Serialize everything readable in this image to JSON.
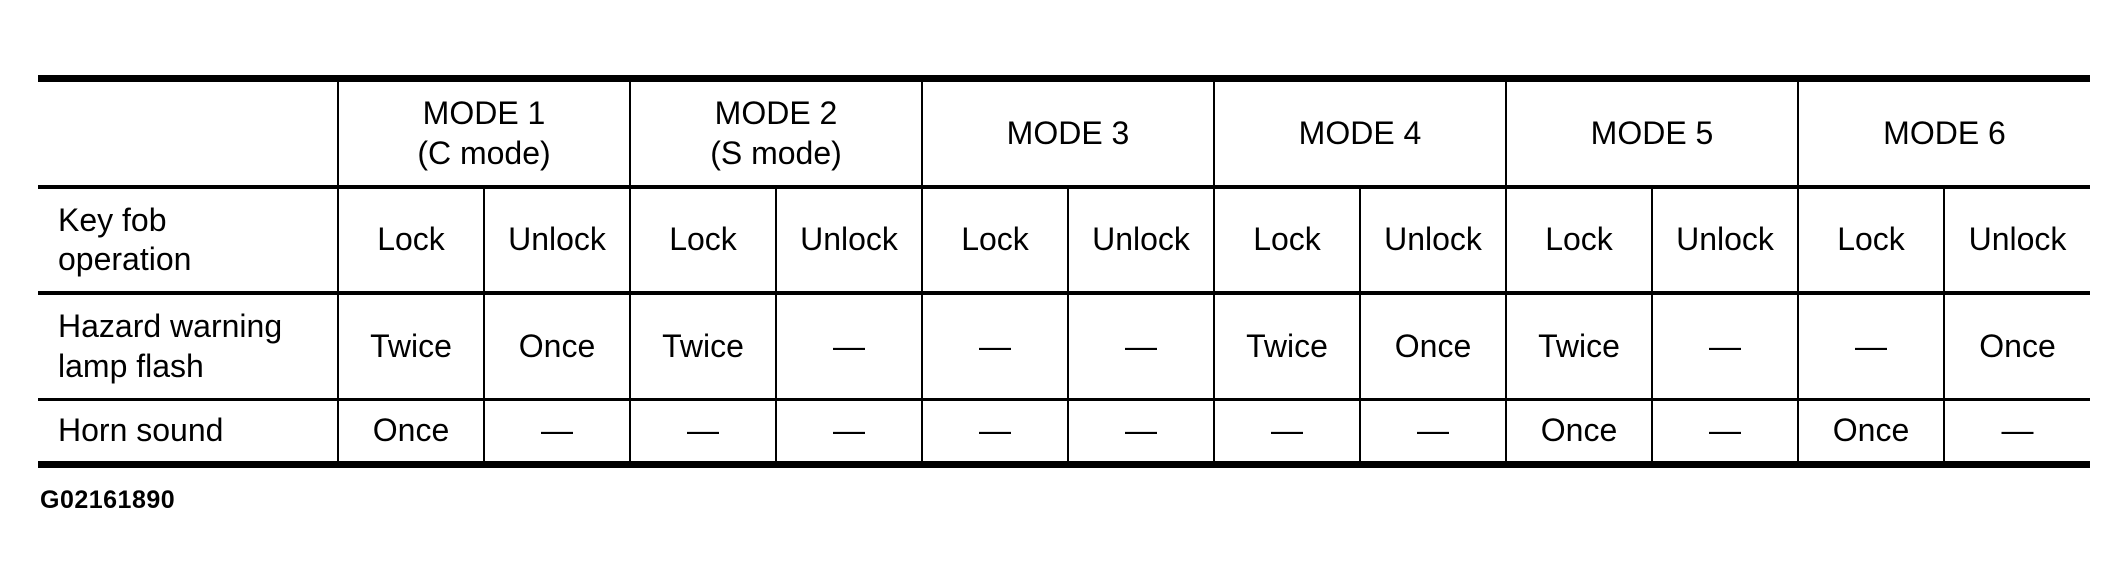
{
  "figure_id": "G02161890",
  "table": {
    "modes": [
      {
        "title": "MODE 1",
        "subtitle": "(C mode)"
      },
      {
        "title": "MODE 2",
        "subtitle": "(S mode)"
      },
      {
        "title": "MODE 3",
        "subtitle": ""
      },
      {
        "title": "MODE 4",
        "subtitle": ""
      },
      {
        "title": "MODE 5",
        "subtitle": ""
      },
      {
        "title": "MODE 6",
        "subtitle": ""
      }
    ],
    "rows": [
      {
        "label_lines": [
          "Key fob",
          "operation"
        ],
        "cells": [
          "Lock",
          "Unlock",
          "Lock",
          "Unlock",
          "Lock",
          "Unlock",
          "Lock",
          "Unlock",
          "Lock",
          "Unlock",
          "Lock",
          "Unlock"
        ]
      },
      {
        "label_lines": [
          "Hazard warning",
          "lamp flash"
        ],
        "cells": [
          "Twice",
          "Once",
          "Twice",
          "—",
          "—",
          "—",
          "Twice",
          "Once",
          "Twice",
          "—",
          "—",
          "Once"
        ]
      },
      {
        "label_lines": [
          "Horn sound"
        ],
        "cells": [
          "Once",
          "—",
          "—",
          "—",
          "—",
          "—",
          "—",
          "—",
          "Once",
          "—",
          "Once",
          "—"
        ]
      }
    ]
  }
}
